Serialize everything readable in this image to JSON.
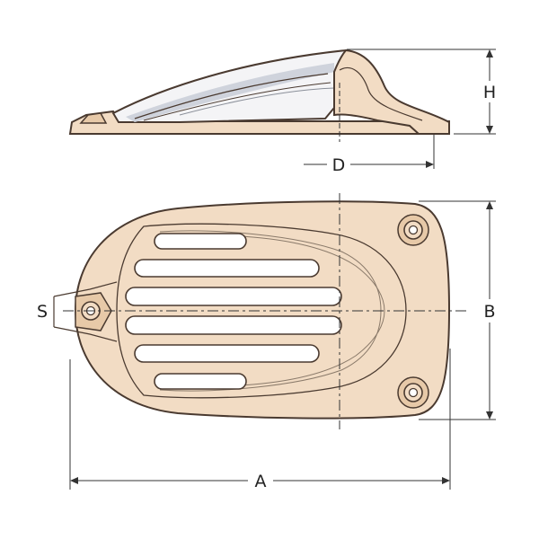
{
  "labels": {
    "height": "H",
    "depth": "D",
    "width": "B",
    "length": "A",
    "screw": "S"
  },
  "colors": {
    "body": "#f2dcc4",
    "body_shadow": "#e7c9a8",
    "outline": "#4a3a30",
    "slot": "#ffffff",
    "dimension_line": "#333333",
    "hull_top": "#f4f4f6",
    "hull_shadow": "#cfd3dc"
  }
}
